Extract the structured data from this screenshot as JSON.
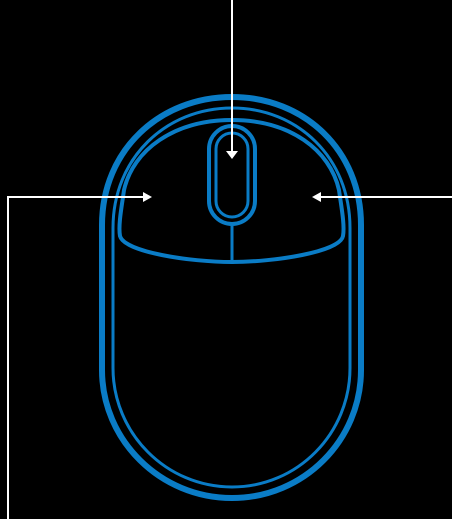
{
  "diagram": {
    "subject": "mouse-outline-icon",
    "background_color": "#000000",
    "outline_color": "#0a7cc6",
    "outline_inner_color": "#0a7cc6",
    "callout_color": "#ffffff",
    "callouts": [
      {
        "id": "scroll-wheel",
        "target": "scroll-wheel"
      },
      {
        "id": "left-button",
        "target": "left-button"
      },
      {
        "id": "right-button",
        "target": "right-button"
      }
    ]
  }
}
